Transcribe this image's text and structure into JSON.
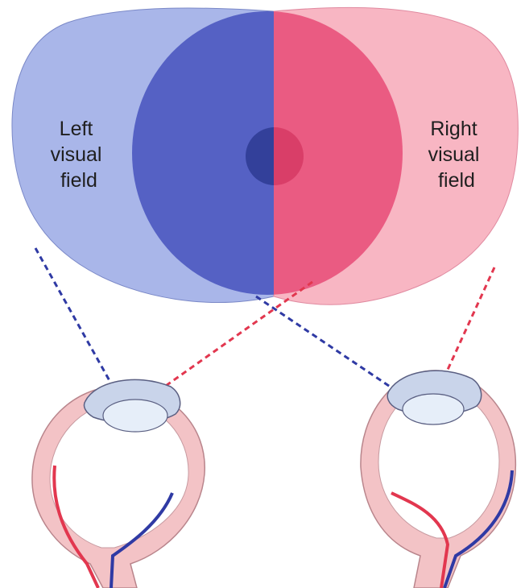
{
  "labels": {
    "left_field": [
      "Left",
      "visual",
      "field"
    ],
    "right_field": [
      "Right",
      "visual",
      "field"
    ]
  },
  "colors": {
    "left_field_light": "#a9b6e9",
    "left_field_dark": "#5561c4",
    "left_macula": "#33409a",
    "right_field_light": "#f8b6c3",
    "right_field_dark": "#ea5b82",
    "right_macula": "#d93e68",
    "blue_line": "#2f3aa4",
    "red_line": "#e2374f",
    "eye_outer": "#f3c3c6",
    "eye_inner": "#ffffff",
    "cornea": "#c9d4ea",
    "lens": "#e6eef9",
    "eye_edge": "#5a5f82"
  },
  "icons": {
    "left_eye": "eyeball-cross-section-icon",
    "right_eye": "eyeball-cross-section-icon"
  }
}
